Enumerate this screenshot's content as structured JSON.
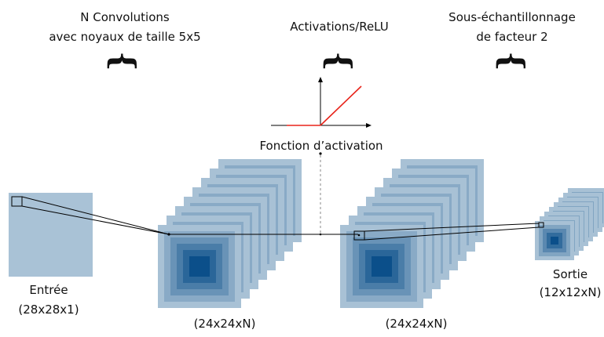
{
  "header": {
    "convolutions_line1": "N Convolutions",
    "convolutions_line2": "avec noyaux de taille 5x5",
    "activations": "Activations/ReLU",
    "subsampling_line1": "Sous-échantillonnage",
    "subsampling_line2": "de facteur 2"
  },
  "brace_glyph": "{",
  "activation_plot": {
    "caption": "Fonction d’activation",
    "function_color": "#e8231a"
  },
  "input": {
    "label": "Entrée",
    "size": "(28x28x1)"
  },
  "conv_output": {
    "size": "(24x24xN)"
  },
  "relu_output": {
    "size": "(24x24xN)"
  },
  "output": {
    "label": "Sortie",
    "size": "(12x12xN)"
  },
  "colors": {
    "input_fill": "#a9c2d6",
    "stack_light": "#a8c1d5",
    "stack_dark": "#0b4f8a",
    "lines": "#000000",
    "dashed_connector": "#888888"
  }
}
